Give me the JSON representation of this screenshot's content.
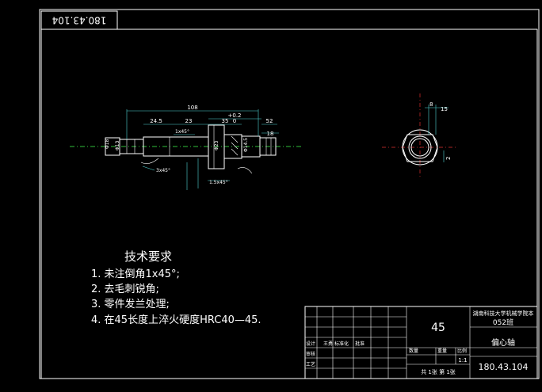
{
  "drawing_number_tag": "180.43.104",
  "tech_requirements": {
    "title": "技术要求",
    "items": [
      "1. 未注倒角1x45°;",
      "2. 去毛刺锐角;",
      "3. 零件发兰处理;",
      "4. 在45长度上淬火硬度HRC40—45."
    ]
  },
  "part_dimensions": {
    "total_length": "108",
    "seg_a": "24.5",
    "seg_b": "23",
    "seg_c": "35",
    "seg_c_sub": "0",
    "tol_top": "+0.2",
    "end_len": "52",
    "end_len2": "18",
    "chamfer1": "1x45°",
    "chamfer2": "3x45°",
    "chamfer3": "1.5x45°",
    "dia_left": "Φ18",
    "dia_2": "Φ13",
    "dia_3": "Φ23",
    "dia_4": "Φ14.5",
    "dim_15": "15",
    "dim_8": "8",
    "dim_2": "2"
  },
  "title_block": {
    "material": "45",
    "school": "湖南科技大学机械学院本",
    "class": "052班",
    "part_name": "偏心轴",
    "drawing_no": "180.43.104",
    "scale": "1:1",
    "sheet_info": "共 1张  第 1张",
    "role_labels": [
      "设计",
      "审核",
      "工艺",
      "标准化",
      "批准"
    ],
    "designer": "王勇",
    "count_label": "数量",
    "weight_label": "重量",
    "scale_label": "比例"
  }
}
